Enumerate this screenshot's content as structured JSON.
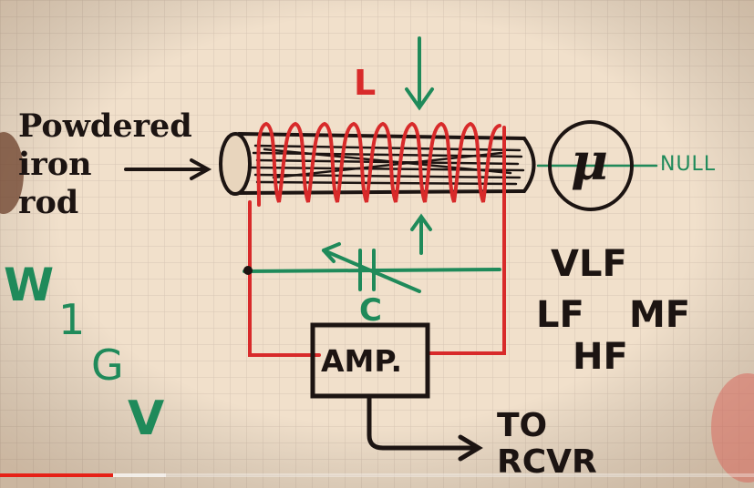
{
  "sketch": {
    "inductor_label": "L",
    "capacitor_label": "C",
    "rod_caption_lines": [
      "Powdered",
      "iron",
      "rod"
    ],
    "mu_symbol": "μ",
    "null_label": "NULL",
    "amp_label": "AMP.",
    "output_lines": [
      "TO",
      "RCVR"
    ],
    "band_labels": [
      "VLF",
      "LF",
      "MF",
      "HF"
    ],
    "side_letters": [
      "W",
      "1",
      "G",
      "V"
    ]
  },
  "colors": {
    "paper": "#f1e0cb",
    "grid": "#d8c6b4",
    "red_ink": "#d82a2a",
    "green_ink": "#1f8a5a",
    "black_ink": "#1c1412",
    "progress_played": "#e62117"
  },
  "player": {
    "played_fraction": 0.15,
    "buffered_fraction": 0.22
  }
}
